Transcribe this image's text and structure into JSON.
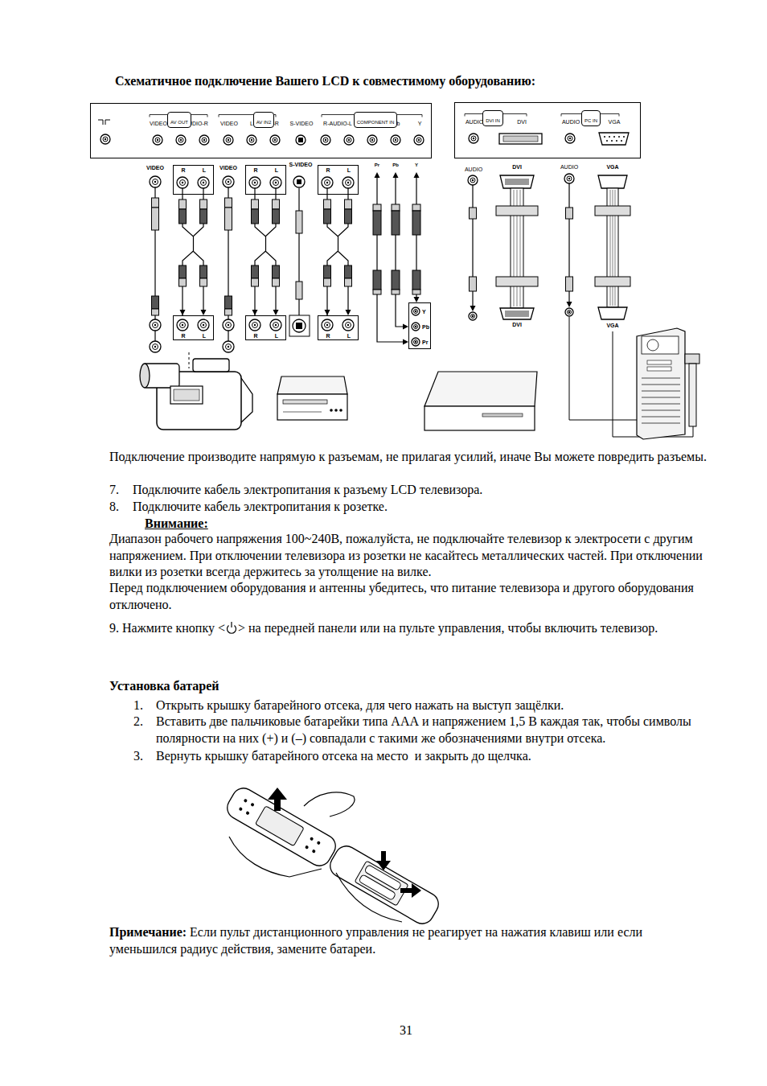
{
  "diagram": {
    "title": "Схематичное подключение Вашего LCD к совместимому оборудованию:",
    "nodes": [
      {
        "text": [
          "VIDEO",
          "L-AUDIO-R",
          "VIDEO",
          "L-AUDIO-R",
          "S-VIDEO",
          "R-AUDIO-L",
          "Pr",
          "Pb",
          "Y"
        ]
      },
      {
        "text": [
          "AV OUT"
        ],
        "in": 0
      },
      {
        "text": [
          "AV IN2"
        ],
        "in": 0
      },
      {
        "text": [
          "COMPONENT IN"
        ],
        "in": 0
      },
      {
        "text": [
          "AUDIO",
          "DVI",
          "AUDIO",
          "VGA"
        ]
      },
      {
        "text": [
          "DVI IN"
        ],
        "in": 4
      },
      {
        "text": [
          "PC IN"
        ],
        "in": 4
      },
      {
        "text": [
          "R",
          "L"
        ]
      },
      {
        "text": [
          "R",
          "L"
        ]
      },
      {
        "text": [
          "R",
          "L"
        ]
      },
      {
        "text": [
          "R",
          "L"
        ]
      },
      {
        "text": [
          "R",
          "L"
        ]
      },
      {
        "text": [
          "R",
          "L"
        ]
      },
      {
        "text": [
          "Y",
          "Pb",
          "Pr"
        ]
      }
    ],
    "edges": [
      {
        "from": 7,
        "to": 10,
        "arrow": "to"
      },
      {
        "from": 8,
        "to": 11,
        "arrow": "to"
      },
      {
        "from": 9,
        "to": 12,
        "arrow": "to"
      }
    ],
    "labels": [
      "VIDEO",
      "VIDEO",
      "S-VIDEO",
      "Pr",
      "Pb",
      "Y",
      "AUDIO",
      "DVI",
      "AUDIO",
      "VGA",
      "DVI",
      "VGA",
      "Подключение производите напрямую к разъемам, не прилагая усилий, иначе Вы можете повредить разъемы.",
      "7.",
      "Подключите кабель электропитания к разъему LCD телевизора.",
      "8.",
      "Подключите кабель электропитания к розетке.",
      "Внимание:",
      "Диапазон рабочего напряжения 100~240В, пожалуйста, не подключайте телевизор к электросети с другим напряжением. При отключении телевизора из розетки не касайтесь металлических частей. При отключении вилки из розетки всегда держитесь за утолщение на вилке.",
      "Перед подключением оборудования и антенны убедитесь, что питание телевизора и другого оборудования отключено.",
      "9. Нажмите кнопку <",
      "> на передней панели или на пульте управления, чтобы включить телевизор.",
      "Установка батарей",
      "1.",
      "Открыть крышку батарейного отсека, для чего нажать на выступ защёлки.",
      "2.",
      "Вставить две пальчиковые батарейки типа ААА и напряжением 1,5 В каждая так, чтобы символы полярности на них (+) и (–) совпадали с такими же обозначениями внутри отсека.",
      "3.",
      "Вернуть крышку батарейного отсека на место  и закрыть до щелчка.",
      "Примечание:",
      "Если пульт дистанционного управления не реагирует на нажатия клавиш или если уменьшился радиус действия, замените батареи.",
      "31"
    ]
  }
}
